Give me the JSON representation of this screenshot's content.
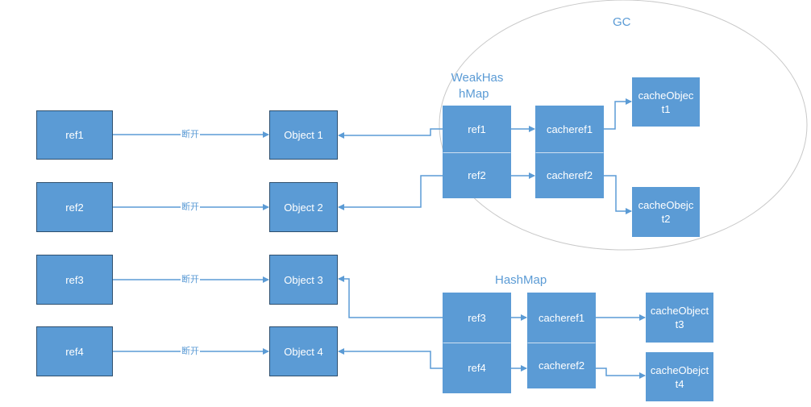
{
  "gc_label": "GC",
  "weakhashmap_label": [
    "WeakHas",
    "hMap"
  ],
  "hashmap_label": "HashMap",
  "disconnect_label": "断开",
  "refs": [
    "ref1",
    "ref2",
    "ref3",
    "ref4"
  ],
  "objects": [
    "Object 1",
    "Object 2",
    "Object 3",
    "Object 4"
  ],
  "weak_entries": [
    {
      "key": "ref1",
      "value": "cacheref1",
      "target": [
        "cacheObjec",
        "t1"
      ]
    },
    {
      "key": "ref2",
      "value": "cacheref2",
      "target": [
        "cacheObejc",
        "t2"
      ]
    }
  ],
  "hash_entries": [
    {
      "key": "ref3",
      "value": "cacheref1",
      "target": [
        "cacheObject",
        "t3"
      ]
    },
    {
      "key": "ref4",
      "value": "cacheref2",
      "target": [
        "cacheObejct",
        "t4"
      ]
    }
  ],
  "colors": {
    "box": "#5b9bd5",
    "box_border": "#2e4f6e",
    "line": "#5b9bd5",
    "ellipse": "#c8c8c8"
  }
}
